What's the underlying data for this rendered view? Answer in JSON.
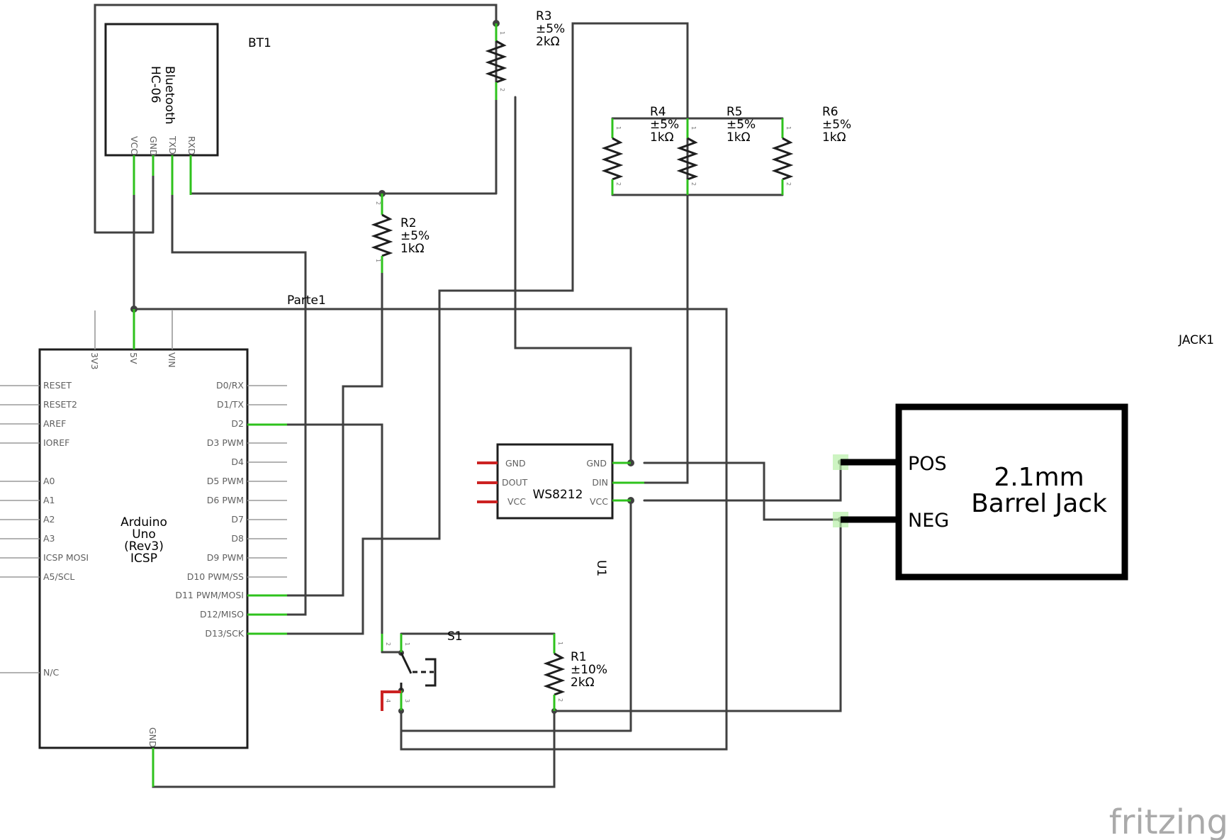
{
  "bt1": {
    "ref": "BT1",
    "name_line1": "Bluetooth",
    "name_line2": "HC-06",
    "pins": [
      "VCC",
      "GND",
      "TXD",
      "RXD"
    ]
  },
  "resistors": {
    "r1": {
      "ref": "R1",
      "tol": "±10%",
      "value": "2kΩ"
    },
    "r2": {
      "ref": "R2",
      "tol": "±5%",
      "value": "1kΩ"
    },
    "r3": {
      "ref": "R3",
      "tol": "±5%",
      "value": "2kΩ"
    },
    "r4": {
      "ref": "R4",
      "tol": "±5%",
      "value": "1kΩ"
    },
    "r5": {
      "ref": "R5",
      "tol": "±5%",
      "value": "1kΩ"
    },
    "r6": {
      "ref": "R6",
      "tol": "±5%",
      "value": "1kΩ"
    }
  },
  "pin_numbers": {
    "one": "1",
    "two": "2",
    "three": "3",
    "four": "4"
  },
  "net_label": "Parte1",
  "arduino": {
    "name": [
      "Arduino",
      "Uno",
      "(Rev3)",
      "ICSP"
    ],
    "top_pins": [
      "3V3",
      "5V",
      "VIN"
    ],
    "bottom_pin": "GND",
    "left_pins": [
      "RESET",
      "RESET2",
      "AREF",
      "IOREF",
      "A0",
      "A1",
      "A2",
      "A3",
      "ICSP MOSI",
      "A5/SCL",
      "N/C"
    ],
    "right_pins": [
      "D0/RX",
      "D1/TX",
      "D2",
      "D3 PWM",
      "D4",
      "D5 PWM",
      "D6 PWM",
      "D7",
      "D8",
      "D9 PWM",
      "D10 PWM/SS",
      "D11 PWM/MOSI",
      "D12/MISO",
      "D13/SCK"
    ]
  },
  "ws": {
    "name": "WS8212",
    "ref": "U1",
    "left_pins": [
      "GND",
      "DOUT",
      "VCC"
    ],
    "right_pins": [
      "GND",
      "DIN",
      "VCC"
    ]
  },
  "switch_ref": "S1",
  "jack": {
    "ref": "JACK1",
    "pos": "POS",
    "neg": "NEG",
    "title1": "2.1mm",
    "title2": "Barrel Jack"
  },
  "logo": "fritzing",
  "colors": {
    "wire": "#404040",
    "pin_connected": "#2ec21c",
    "pin_unconnected": "#cc2222"
  }
}
